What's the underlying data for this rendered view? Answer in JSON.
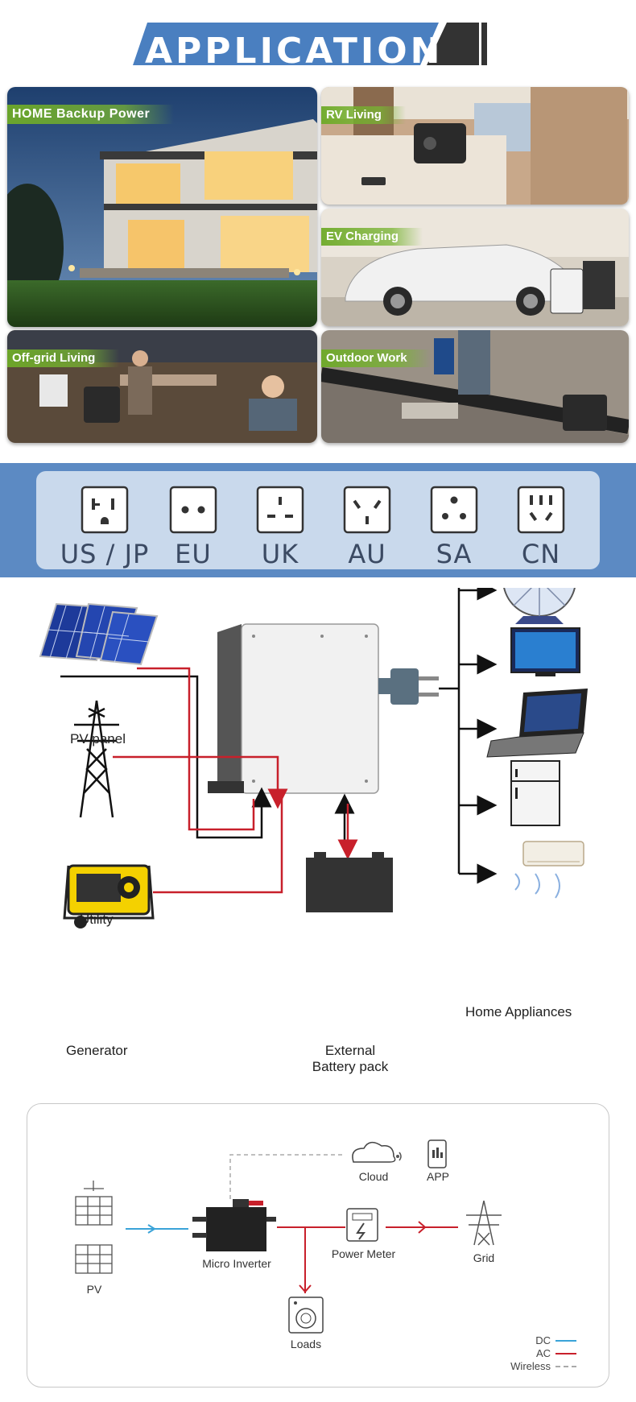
{
  "header": {
    "title": "APPLICATION"
  },
  "applications": [
    {
      "label": "HOME Backup Power"
    },
    {
      "label": "RV Living"
    },
    {
      "label": "EV Charging"
    },
    {
      "label": "Off-grid Living"
    },
    {
      "label": "Outdoor Work"
    }
  ],
  "sockets": [
    {
      "label": "US / JP",
      "icon": "us-jp-socket-icon"
    },
    {
      "label": "EU",
      "icon": "eu-socket-icon"
    },
    {
      "label": "UK",
      "icon": "uk-socket-icon"
    },
    {
      "label": "AU",
      "icon": "au-socket-icon"
    },
    {
      "label": "SA",
      "icon": "sa-socket-icon"
    },
    {
      "label": "CN",
      "icon": "cn-socket-icon"
    }
  ],
  "system_diagram": {
    "pv_panel": "PV panel",
    "utility": "Utility",
    "generator": "Generator",
    "battery": "Battery",
    "external_battery": "External\nBattery pack",
    "home_appliances": "Home Appliances"
  },
  "micro_inverter_diagram": {
    "pv": "PV",
    "micro_inverter": "Micro Inverter",
    "cloud": "Cloud",
    "app": "APP",
    "power_meter": "Power Meter",
    "grid": "Grid",
    "loads": "Loads",
    "legend": [
      {
        "label": "DC",
        "color": "#3aa3d8"
      },
      {
        "label": "AC",
        "color": "#c8202b"
      },
      {
        "label": "Wireless",
        "color": "#aaaaaa"
      }
    ]
  },
  "colors": {
    "banner_blue": "#4a7fc0",
    "socket_band": "#5c8ac3",
    "socket_panel": "#c9d9ec",
    "label_green": "#7ab23a",
    "wire_red": "#c8202b"
  }
}
